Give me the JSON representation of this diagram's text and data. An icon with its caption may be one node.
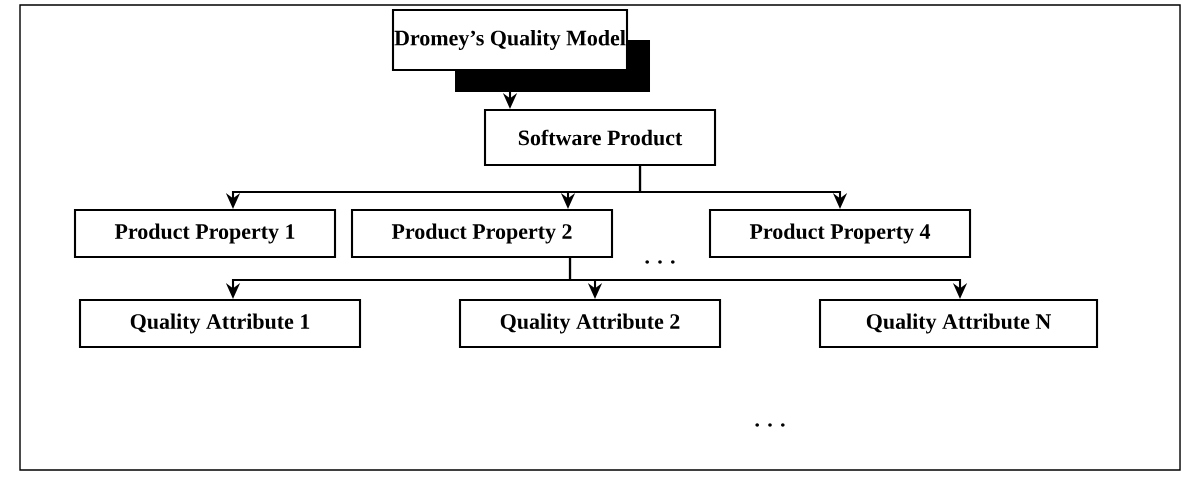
{
  "diagram": {
    "nodes": [
      {
        "text": [
          "Dromey’s Quality Model"
        ]
      },
      {
        "text": [
          "Software Product"
        ]
      },
      {
        "text": [
          "Product Property 1"
        ]
      },
      {
        "text": [
          "Product Property 2"
        ]
      },
      {
        "text": [
          "Product Property 4"
        ]
      },
      {
        "text": [
          "Quality Attribute 1"
        ]
      },
      {
        "text": [
          "Quality Attribute 2"
        ]
      },
      {
        "text": [
          "Quality Attribute N"
        ]
      }
    ],
    "edges": [
      {
        "from": 0,
        "to": 1,
        "arrow": "to"
      },
      {
        "from": 1,
        "to": 2,
        "arrow": "to"
      },
      {
        "from": 1,
        "to": 3,
        "arrow": "to"
      },
      {
        "from": 1,
        "to": 4,
        "arrow": "to"
      },
      {
        "from": 3,
        "to": 5,
        "arrow": "to"
      },
      {
        "from": 3,
        "to": 6,
        "arrow": "to"
      },
      {
        "from": 3,
        "to": 7,
        "arrow": "to"
      }
    ],
    "labels": [
      ". . .",
      ". . ."
    ]
  }
}
